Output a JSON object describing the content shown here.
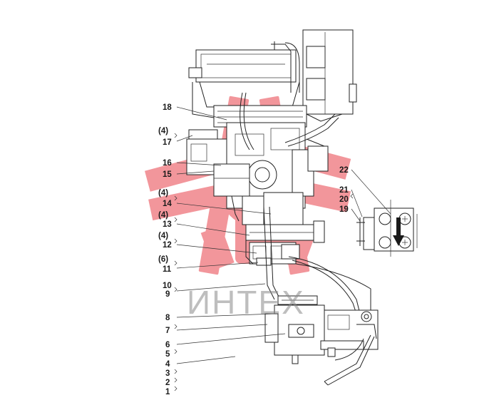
{
  "diagram": {
    "callouts": [
      {
        "id": "c18",
        "text": "18"
      },
      {
        "id": "c4a",
        "text": "(4)"
      },
      {
        "id": "c17",
        "text": "17"
      },
      {
        "id": "c16",
        "text": "16"
      },
      {
        "id": "c15",
        "text": "15"
      },
      {
        "id": "c4b",
        "text": "(4)"
      },
      {
        "id": "c14",
        "text": "14"
      },
      {
        "id": "c4c",
        "text": "(4)"
      },
      {
        "id": "c13",
        "text": "13"
      },
      {
        "id": "c4d",
        "text": "(4)"
      },
      {
        "id": "c12",
        "text": "12"
      },
      {
        "id": "c6",
        "text": "(6)"
      },
      {
        "id": "c11",
        "text": "11"
      },
      {
        "id": "c10",
        "text": "10"
      },
      {
        "id": "c9",
        "text": "9"
      },
      {
        "id": "c8",
        "text": "8"
      },
      {
        "id": "c7",
        "text": "7"
      },
      {
        "id": "c6n",
        "text": "6"
      },
      {
        "id": "c5",
        "text": "5"
      },
      {
        "id": "c4",
        "text": "4"
      },
      {
        "id": "c3",
        "text": "3"
      },
      {
        "id": "c2",
        "text": "2"
      },
      {
        "id": "c1",
        "text": "1"
      },
      {
        "id": "c22",
        "text": "22"
      },
      {
        "id": "c21",
        "text": "21"
      },
      {
        "id": "c20",
        "text": "20"
      },
      {
        "id": "c19",
        "text": "19"
      }
    ],
    "watermark": {
      "text": "ИНТЕХ",
      "color": "#e8414b"
    }
  }
}
